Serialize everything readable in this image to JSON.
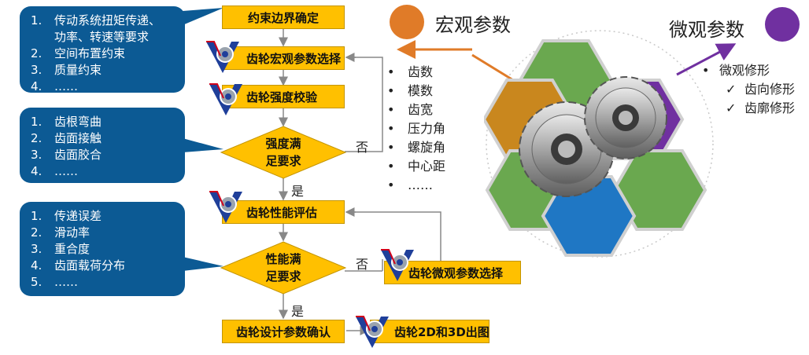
{
  "callouts": [
    {
      "items": [
        {
          "num": "1.",
          "text": "传动系统扭矩传递、"
        },
        {
          "num": "",
          "text": "功率、转速等要求"
        },
        {
          "num": "2.",
          "text": "空间布置约束"
        },
        {
          "num": "3.",
          "text": "质量约束"
        },
        {
          "num": "4.",
          "text": "……"
        }
      ]
    },
    {
      "items": [
        {
          "num": "1.",
          "text": "齿根弯曲"
        },
        {
          "num": "2.",
          "text": "齿面接触"
        },
        {
          "num": "3.",
          "text": "齿面胶合"
        },
        {
          "num": "4.",
          "text": "……"
        }
      ]
    },
    {
      "items": [
        {
          "num": "1.",
          "text": "传递误差"
        },
        {
          "num": "2.",
          "text": "滑动率"
        },
        {
          "num": "3.",
          "text": "重合度"
        },
        {
          "num": "4.",
          "text": "齿面载荷分布"
        },
        {
          "num": "5.",
          "text": "……"
        }
      ]
    }
  ],
  "flow": {
    "constraints": "约束边界确定",
    "macro_select": "齿轮宏观参数选择",
    "strength_check": "齿轮强度校验",
    "strength_ok": [
      "强度满",
      "足要求"
    ],
    "perf_eval": "齿轮性能评估",
    "perf_ok": [
      "性能满",
      "足要求"
    ],
    "param_confirm": "齿轮设计参数确认",
    "micro_select": "齿轮微观参数选择",
    "drawing": "齿轮2D和3D出图",
    "yes": "是",
    "no": "否"
  },
  "macro": {
    "title": "宏观参数",
    "color": "#e07b28",
    "items": [
      "齿数",
      "模数",
      "齿宽",
      "压力角",
      "螺旋角",
      "中心距",
      "……"
    ]
  },
  "micro": {
    "title": "微观参数",
    "color": "#7030a0",
    "heading": "微观修形",
    "items": [
      "齿向修形",
      "齿廓修形"
    ]
  }
}
